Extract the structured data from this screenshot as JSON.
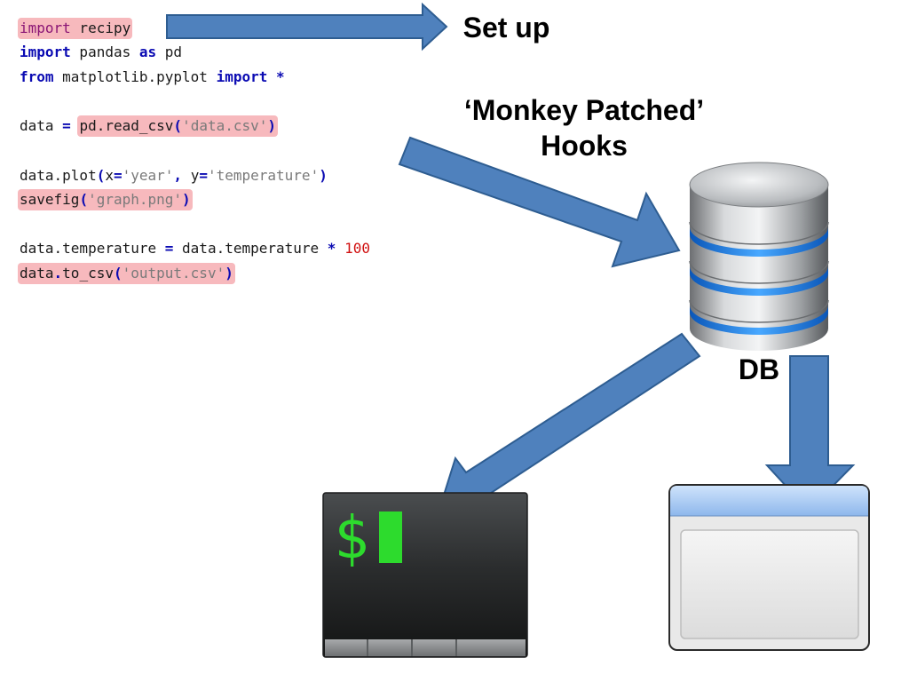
{
  "code": {
    "l1": {
      "kw": "import",
      "rest": " recipy"
    },
    "l2": {
      "kw1": "import",
      "mid": " pandas ",
      "kw2": "as",
      "rest": " pd"
    },
    "l3": {
      "kw1": "from",
      "mid": " matplotlib.pyplot ",
      "kw2": "import",
      "star": " *"
    },
    "l4": {
      "a": "data ",
      "op": "=",
      "b": " ",
      "fn": "pd.read_csv",
      "p1": "(",
      "str": "'data.csv'",
      "p2": ")"
    },
    "l5": {
      "a": "data.plot",
      "p1": "(",
      "b": "x",
      "eq1": "=",
      "s1": "'year'",
      "comma": ",",
      "c": " y",
      "eq2": "=",
      "s2": "'temperature'",
      "p2": ")"
    },
    "l6": {
      "fn": "savefig",
      "p1": "(",
      "str": "'graph.png'",
      "p2": ")"
    },
    "l7": {
      "a": "data.temperature ",
      "op": "=",
      "b": " data.temperature ",
      "star": "*",
      "c": " ",
      "num": "100"
    },
    "l8": {
      "a": "data",
      "dot": ".",
      "b": "to_csv",
      "p1": "(",
      "str": "'output.csv'",
      "p2": ")"
    }
  },
  "labels": {
    "setup": "Set up",
    "monkey": "‘Monkey Patched’",
    "hooks": "Hooks",
    "db": "DB"
  },
  "icons": {
    "terminal_prompt": "$"
  },
  "colors": {
    "arrow_fill": "#4f81bd",
    "arrow_stroke": "#2e5d91",
    "highlight": "#f7b9bd",
    "terminal_green": "#2ddb2d",
    "db_ring": "#2a8ef0"
  }
}
